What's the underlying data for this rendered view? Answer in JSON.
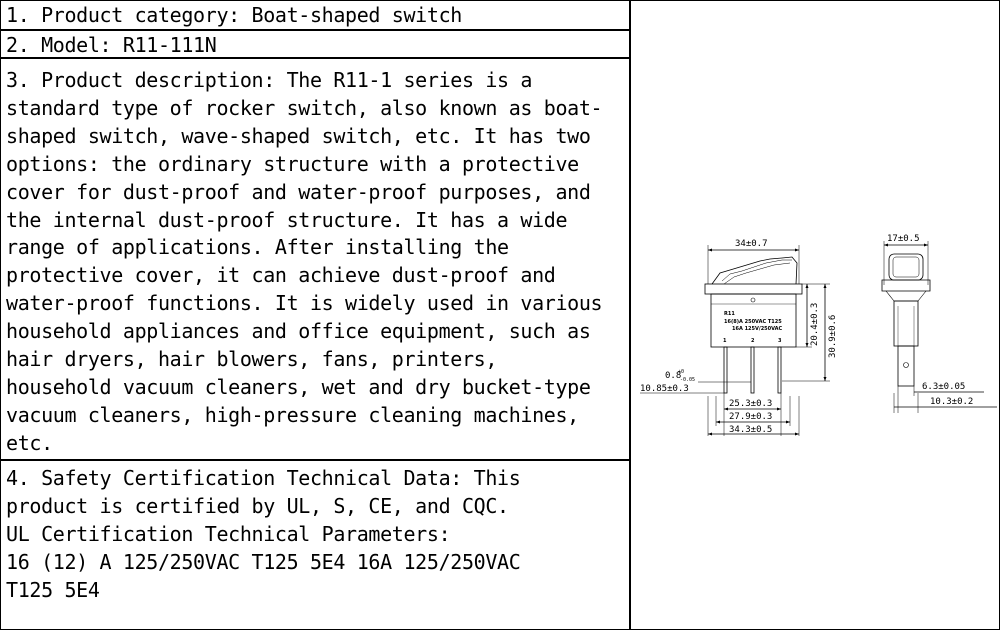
{
  "spec": {
    "category": "1. Product category: Boat-shaped switch",
    "model": "2. Model: R11-111N",
    "description": "3. Product description: The R11-1 series is a\nstandard type of rocker switch, also known as boat-\nshaped switch, wave-shaped switch, etc. It has two\noptions: the ordinary structure with a protective\ncover for dust-proof and water-proof purposes, and\nthe internal dust-proof structure. It has a wide\nrange of applications. After installing the\nprotective cover, it can achieve dust-proof and\nwater-proof functions. It is widely used in various\nhousehold appliances and office equipment, such as\nhair dryers, hair blowers, fans, printers,\nhousehold vacuum cleaners, wet and dry bucket-type\nvacuum cleaners, high-pressure cleaning machines,\netc.",
    "certification": "4. Safety Certification Technical Data: This\nproduct is certified by UL, S, CE, and CQC.\nUL Certification Technical Parameters:\n16 (12) A  125/250VAC  T125  5E4 16A  125/250VAC\nT125  5E4"
  },
  "drawing": {
    "front_width": "34±0.7",
    "side_width": "17±0.5",
    "height_upper": "20.4±0.3",
    "height_total": "30.9±0.6",
    "pin_thickness_main": "0.8",
    "pin_thickness_tol_plus": "+0",
    "pin_thickness_tol_minus": "-0.05",
    "pin_width": "10.85±0.3",
    "body_w1": "25.3±0.3",
    "body_w2": "27.9±0.3",
    "body_w3": "34.3±0.5",
    "side_terminal": "6.3±0.05",
    "side_depth": "10.3±0.2",
    "body_label_model": "R11",
    "body_label_rating1": "16(8)A 250VAC T125",
    "body_label_rating2": "16A 125V/250VAC",
    "terminal_1": "1",
    "terminal_2": "2",
    "terminal_3": "3"
  }
}
